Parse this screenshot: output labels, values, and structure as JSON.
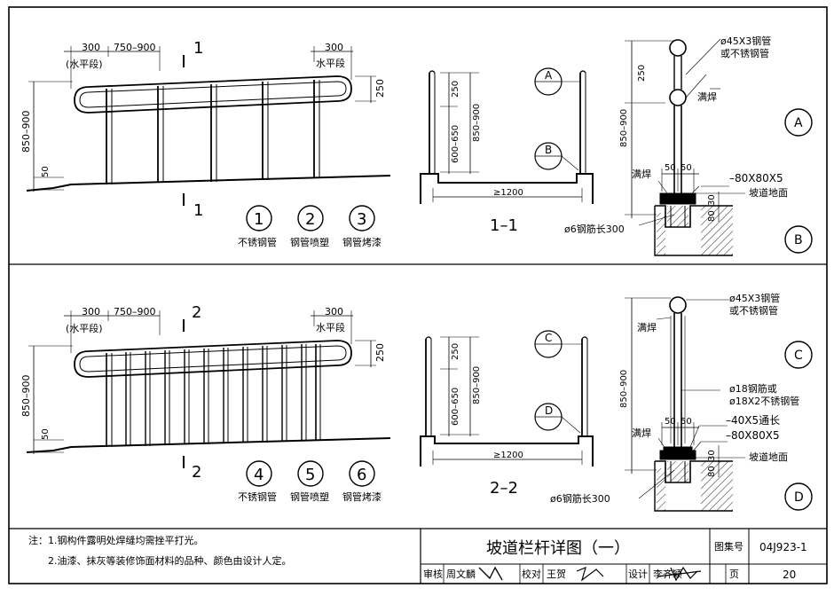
{
  "sheet": {
    "title": "坡道栏杆详图（一）",
    "atlas_label": "图集号",
    "atlas_no": "04J923-1",
    "page_label": "页",
    "page_no": "20",
    "review_label": "审核",
    "reviewer": "周文麟",
    "check_label": "校对",
    "checker": "王贺",
    "design_label": "设计",
    "designer": "李齐颖"
  },
  "notes": {
    "line1": "注：1.钢构件露明处焊缝均需挫平打光。",
    "line2": "2.油漆、抹灰等装修饰面材料的品种、颜色由设计人定。"
  },
  "detail1": {
    "dim_300_left": "300",
    "dim_750_900": "750–900",
    "label_horizontal_left": "(水平段)",
    "dim_300_right": "300",
    "label_horizontal_right": "水平段",
    "dim_250": "250",
    "dim_850_900": "850–900",
    "dim_50": "50",
    "section_mark": "1",
    "finishes": [
      {
        "num": "1",
        "label": "不锈钢管"
      },
      {
        "num": "2",
        "label": "钢管喷塑"
      },
      {
        "num": "3",
        "label": "钢管烤漆"
      }
    ]
  },
  "detail2": {
    "dim_300_left": "300",
    "dim_750_900": "750–900",
    "label_horizontal_left": "(水平段)",
    "dim_300_right": "300",
    "label_horizontal_right": "水平段",
    "dim_250": "250",
    "dim_850_900": "850–900",
    "dim_50": "50",
    "section_mark": "2",
    "finishes": [
      {
        "num": "4",
        "label": "不锈钢管"
      },
      {
        "num": "5",
        "label": "钢管喷塑"
      },
      {
        "num": "6",
        "label": "钢管烤漆"
      }
    ]
  },
  "section11": {
    "title": "1–1",
    "dim_250": "250",
    "dim_600_650": "600–650",
    "dim_850_900": "850–900",
    "dim_width": "≥1200",
    "callout_top": "A",
    "callout_bottom": "B"
  },
  "section22": {
    "title": "2–2",
    "dim_250": "250",
    "dim_600_650": "600–650",
    "dim_850_900": "850–900",
    "dim_width": "≥1200",
    "callout_top": "C",
    "callout_bottom": "D"
  },
  "nodeAB": {
    "pipe_spec_1": "ø45X3钢管",
    "pipe_spec_2": "或不锈钢管",
    "dim_250": "250",
    "weld_full_top": "满焊",
    "dim_850_900": "850–900",
    "weld_full": "满焊",
    "dim_50a": "50",
    "dim_50b": "50",
    "plate_spec": "–80X80X5",
    "ramp_surface": "坡道地面",
    "dim_30": "30",
    "dim_80": "80",
    "anchor_spec": "ø6钢筋长300",
    "mark_top": "A",
    "mark_bottom": "B"
  },
  "nodeCD": {
    "pipe_spec_1": "ø45X3钢管",
    "pipe_spec_2": "或不锈钢管",
    "weld_full_top": "满焊",
    "bar_spec_1": "ø18钢筋或",
    "bar_spec_2": "ø18X2不锈钢管",
    "dim_850_900": "850–900",
    "weld_full": "满焊",
    "dim_50a": "50",
    "dim_50b": "50",
    "flat_spec": "–40X5通长",
    "plate_spec": "–80X80X5",
    "ramp_surface": "坡道地面",
    "dim_30": "30",
    "dim_80": "80",
    "anchor_spec": "ø6钢筋长300",
    "mark_top": "C",
    "mark_bottom": "D"
  }
}
